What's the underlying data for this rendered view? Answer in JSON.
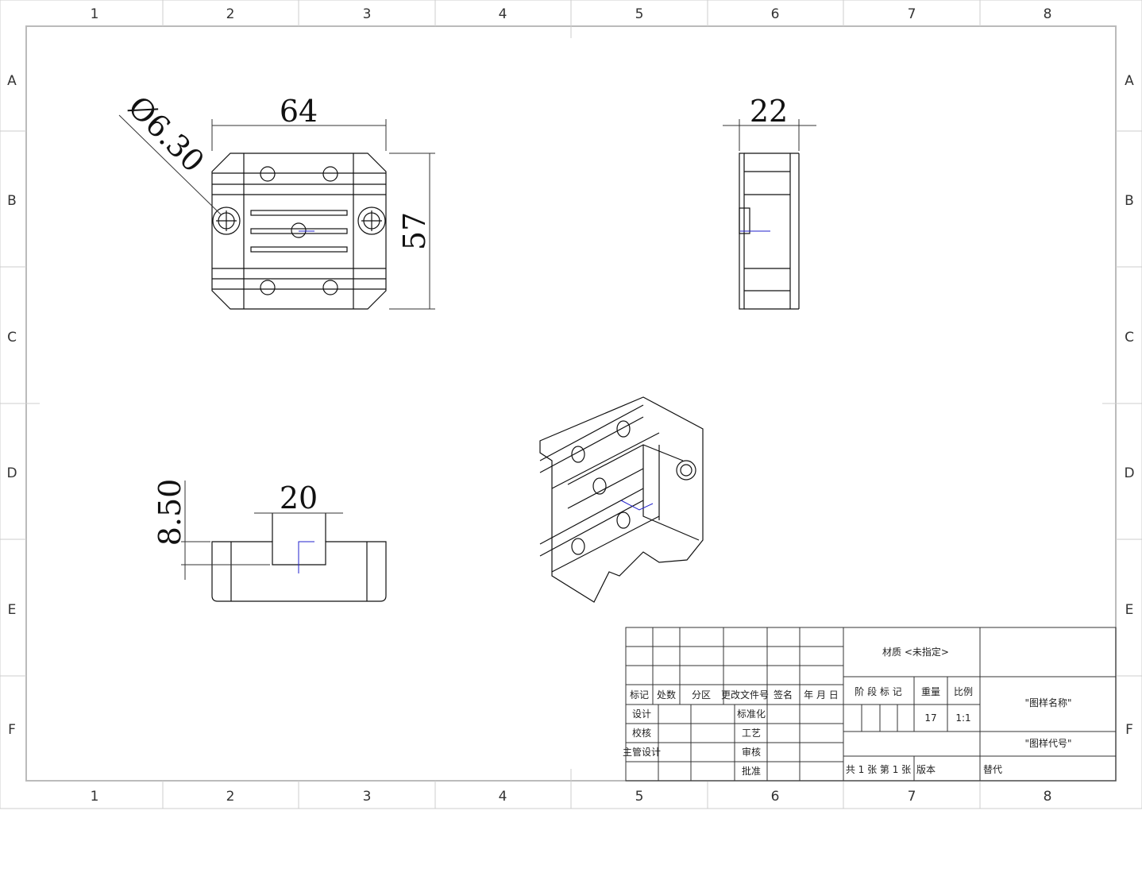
{
  "zones": {
    "columns": [
      "1",
      "2",
      "3",
      "4",
      "5",
      "6",
      "7",
      "8"
    ],
    "rows": [
      "A",
      "B",
      "C",
      "D",
      "E",
      "F"
    ]
  },
  "dimensions": {
    "width": "64",
    "height": "57",
    "hole_diameter": "Ø6.30",
    "depth": "22",
    "slot_width": "20",
    "slot_depth": "8.50"
  },
  "title_block": {
    "material": "材质 <未指定>",
    "headers": [
      "标记",
      "处数",
      "分区",
      "更改文件号",
      "签名",
      "年 月 日"
    ],
    "roles": [
      "设计",
      "校核",
      "主管设计",
      ""
    ],
    "approvals": [
      "标准化",
      "工艺",
      "审核",
      "批准"
    ],
    "stage_mark": "阶 段 标 记",
    "weight_label": "重量",
    "scale_label": "比例",
    "weight": "17",
    "scale": "1:1",
    "drawing_name": "\"图样名称\"",
    "drawing_number": "\"图样代号\"",
    "sheets": "共 1 张   第 1 张",
    "version": "版本",
    "replaces": "替代"
  }
}
